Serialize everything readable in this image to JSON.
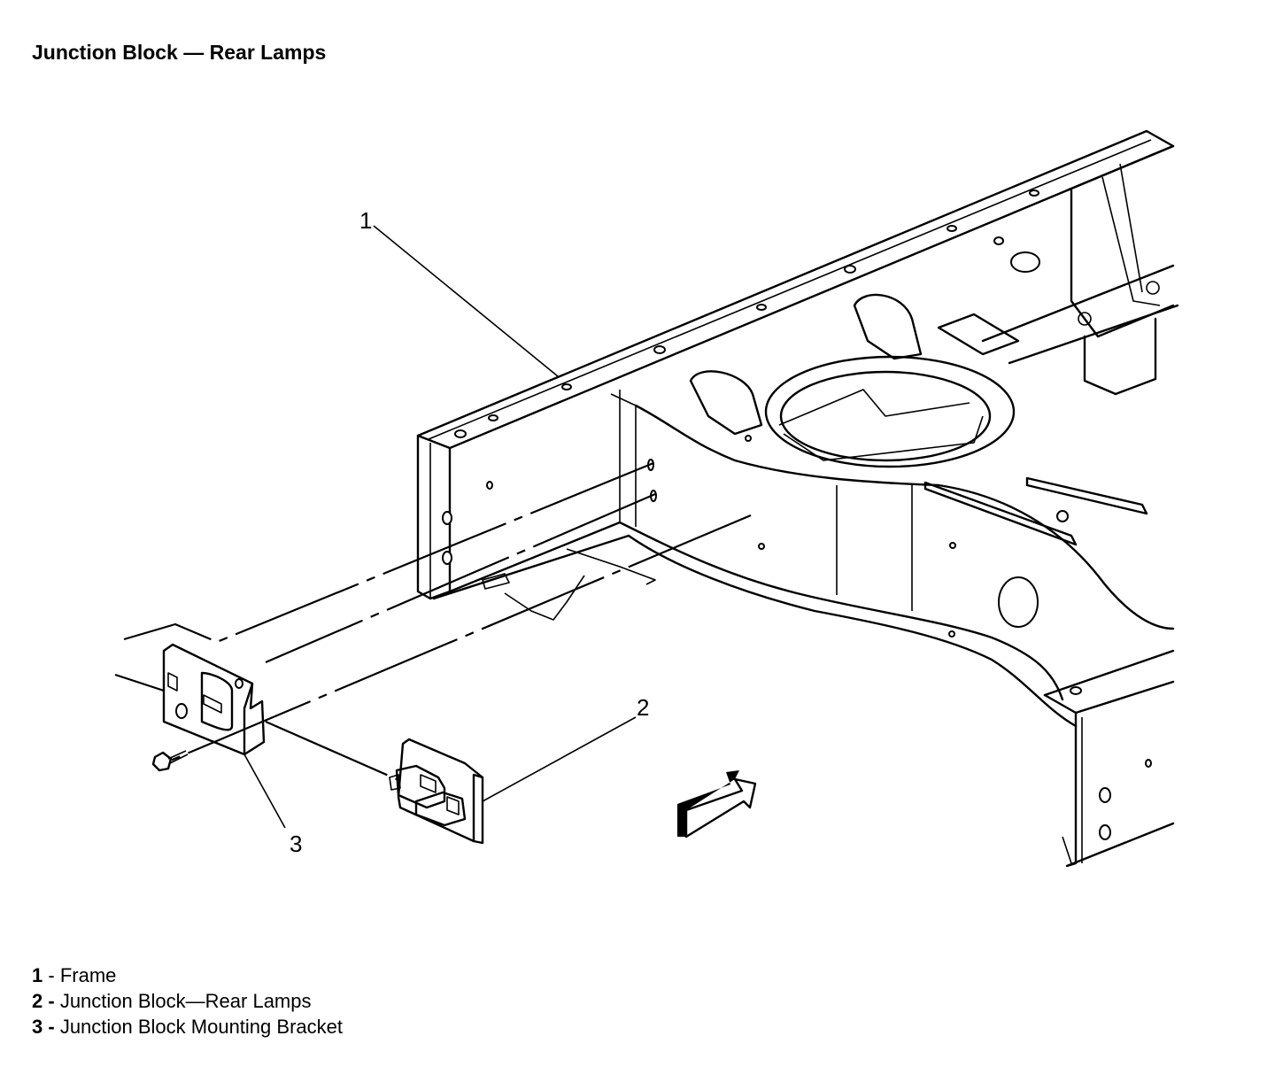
{
  "title": "Junction Block — Rear Lamps",
  "callouts": [
    "1",
    "2",
    "3"
  ],
  "legend": [
    {
      "num": "1",
      "sep": " - ",
      "text": "Frame"
    },
    {
      "num": "2",
      "sep": " - ",
      "text": "Junction Block—Rear Lamps"
    },
    {
      "num": "3",
      "sep": " - ",
      "text": "Junction Block Mounting Bracket"
    }
  ],
  "icons": [
    "direction-arrow-icon"
  ]
}
